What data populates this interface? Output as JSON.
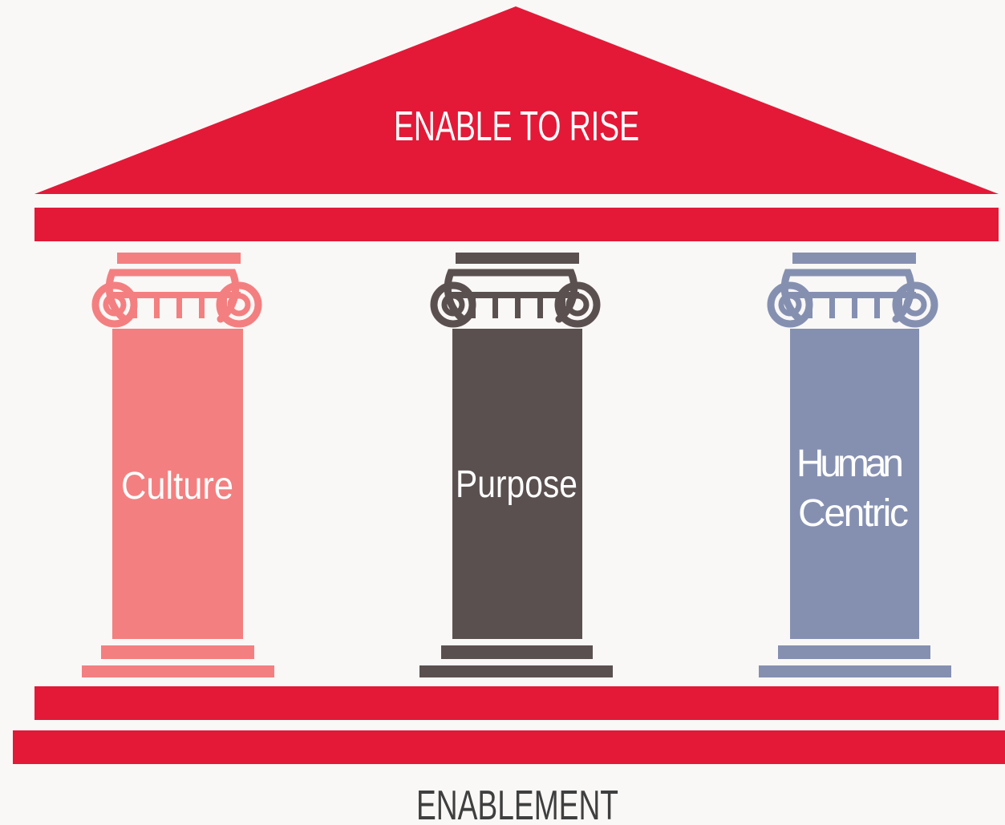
{
  "roof": {
    "title": "ENABLE TO RISE",
    "color": "#e31937"
  },
  "pillars": [
    {
      "label_lines": [
        "Culture"
      ],
      "color": "#f47f80"
    },
    {
      "label_lines": [
        "Purpose"
      ],
      "color": "#5b5050"
    },
    {
      "label_lines": [
        "Human",
        "Centric"
      ],
      "color": "#8590b1"
    }
  ],
  "foundation": {
    "label": "ENABLEMENT",
    "color": "#e31937",
    "label_color": "#3f3f3f"
  },
  "background": "#f9f8f6",
  "text_color": "#ffffff"
}
